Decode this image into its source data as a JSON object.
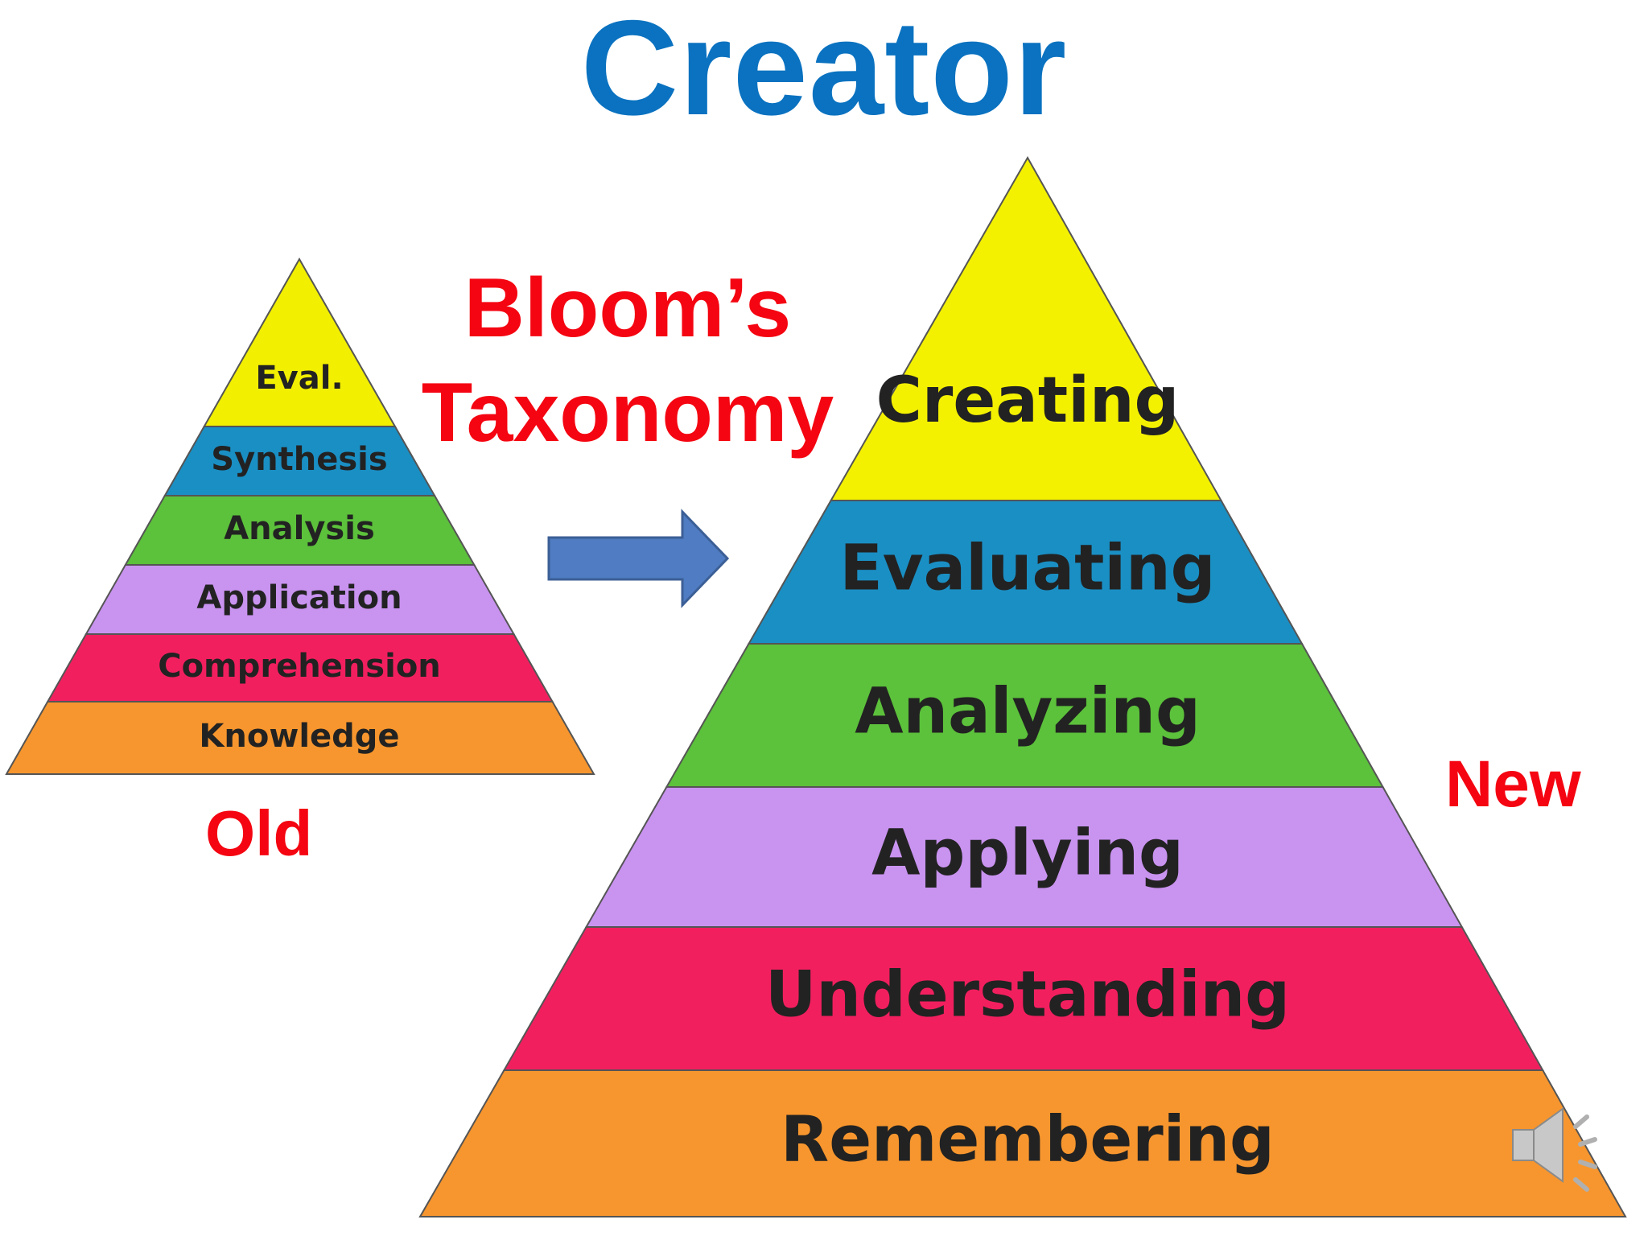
{
  "title": "Creator",
  "center_heading": {
    "line1": "Bloom’s",
    "line2": "Taxonomy"
  },
  "old_label": "Old",
  "new_label": "New",
  "old_pyramid": {
    "levels": [
      {
        "label": "Eval.",
        "color": "#f2ef00"
      },
      {
        "label": "Synthesis",
        "color": "#1a8fc4"
      },
      {
        "label": "Analysis",
        "color": "#5cc13b"
      },
      {
        "label": "Application",
        "color": "#c993f0"
      },
      {
        "label": "Comprehension",
        "color": "#f21f5f"
      },
      {
        "label": "Knowledge",
        "color": "#f7962e"
      }
    ]
  },
  "new_pyramid": {
    "levels": [
      {
        "label": "Creating",
        "color": "#f4f100"
      },
      {
        "label": "Evaluating",
        "color": "#1a8fc4"
      },
      {
        "label": "Analyzing",
        "color": "#5cc13b"
      },
      {
        "label": "Applying",
        "color": "#c993f0"
      },
      {
        "label": "Understanding",
        "color": "#f21f5f"
      },
      {
        "label": "Remembering",
        "color": "#f7962e"
      }
    ]
  },
  "arrow_color": "#4f7cc2",
  "speaker_icon": "speaker-icon"
}
